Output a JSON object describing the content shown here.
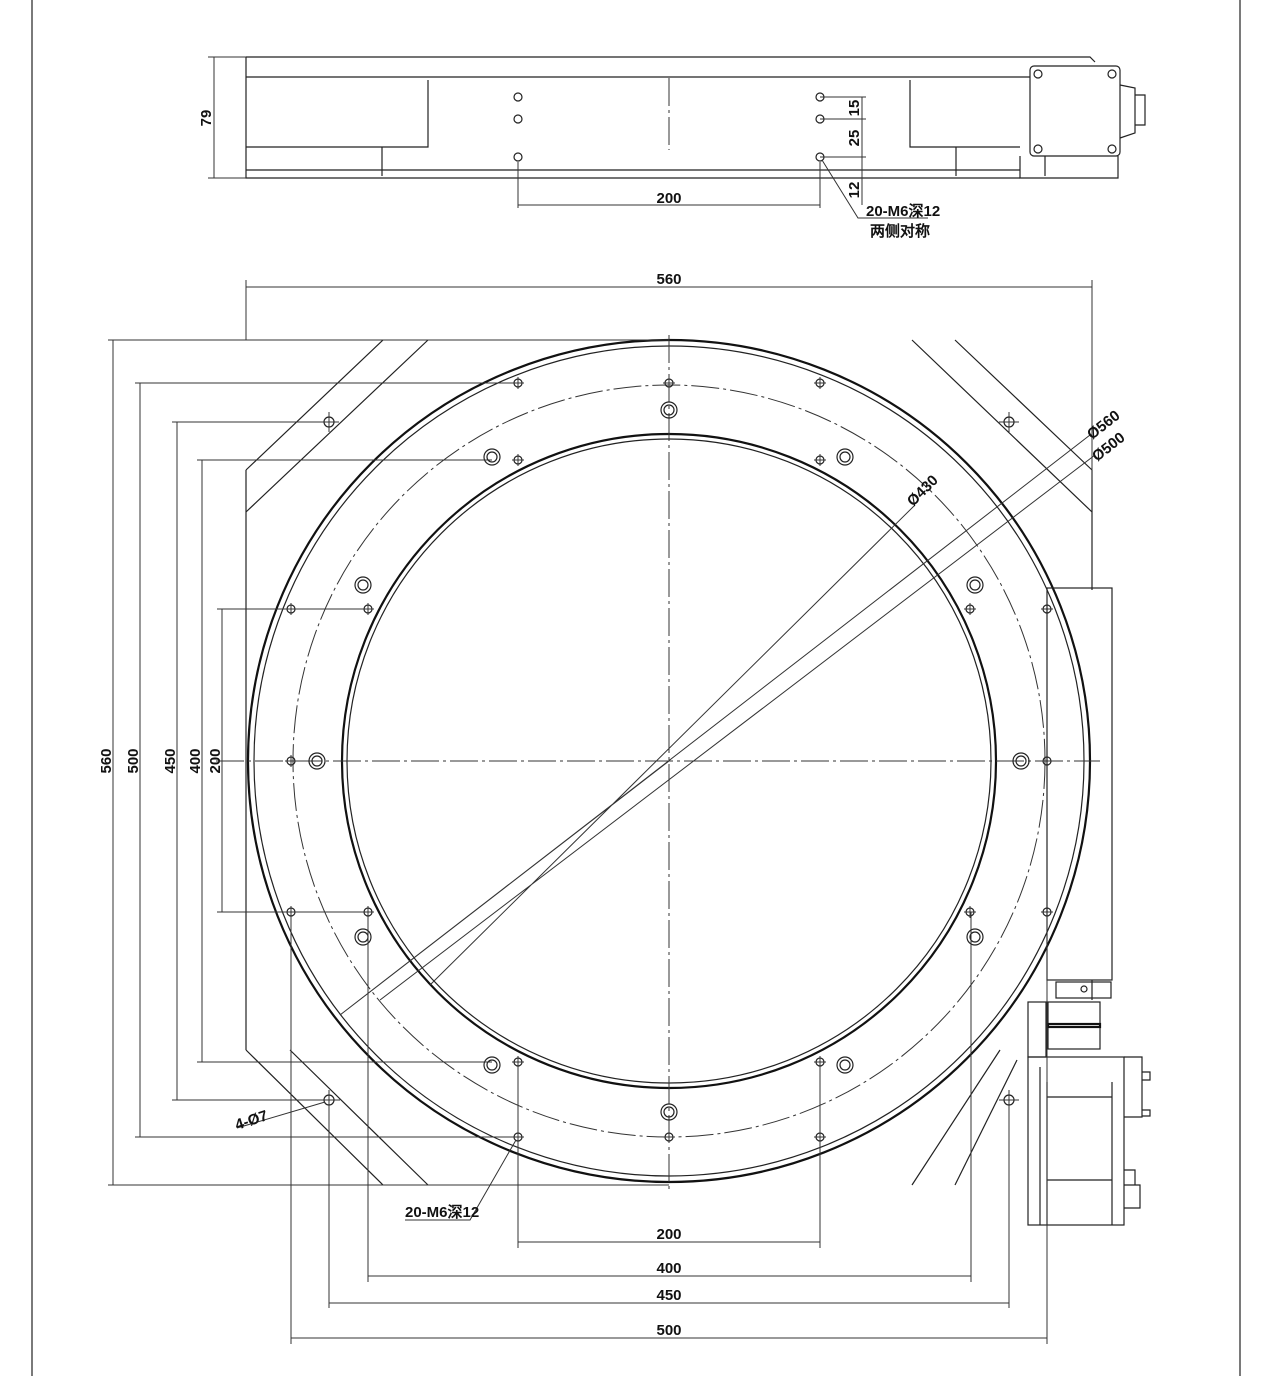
{
  "side_view": {
    "height_dim": "79",
    "spacing_dims": [
      "15",
      "25",
      "12"
    ],
    "width_dim": "200",
    "hole_callout": "20-M6深12",
    "hole_note": "两侧对称"
  },
  "top_view": {
    "overall_width": "560",
    "diameters": [
      "Ø560",
      "Ø500",
      "Ø430"
    ],
    "left_dims": [
      "560",
      "500",
      "450",
      "400",
      "200"
    ],
    "bottom_dims": [
      "200",
      "400",
      "450",
      "500"
    ],
    "mount_hole_callout": "4-Ø7",
    "thread_callout": "20-M6深12"
  }
}
